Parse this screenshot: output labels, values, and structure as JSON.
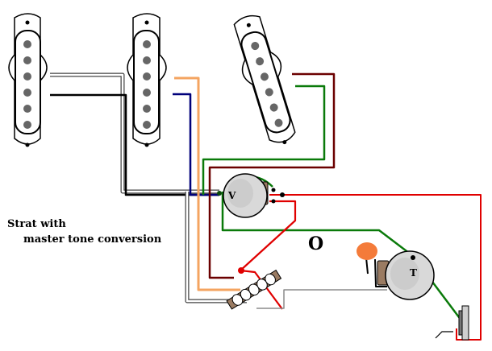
{
  "caption": {
    "line1": "Strat with",
    "line2": "master tone conversion"
  },
  "components": {
    "volume_pot_label": "V",
    "tone_pot_label": "T",
    "center_mark": "O"
  },
  "colors": {
    "white_wire": "#444444",
    "black_wire": "#000000",
    "orange_wire": "#f4a460",
    "blue_wire": "#00007a",
    "brown_wire": "#6b0000",
    "green_wire": "#0a7a0a",
    "red_wire": "#e00000",
    "gray_wire": "#8c8c8c",
    "cap_orange": "#f47b3a"
  },
  "icons": {
    "pickups": [
      "single-coil-pickup-icon",
      "single-coil-pickup-icon",
      "single-coil-pickup-icon"
    ],
    "controls": [
      "volume-pot-icon",
      "tone-pot-icon",
      "selector-switch-icon",
      "output-jack-icon",
      "capacitor-icon"
    ]
  }
}
